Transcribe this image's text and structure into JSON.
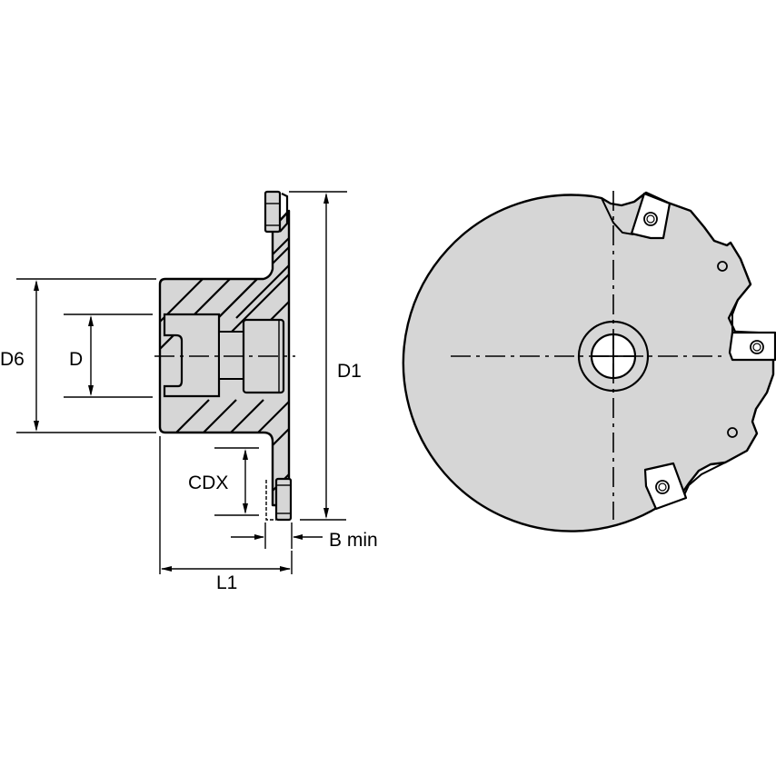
{
  "drawing": {
    "title": "Face mill cutter dimension drawing",
    "colors": {
      "body_fill": "#d6d6d6",
      "insert_fill": "#ffffff",
      "line": "#000000",
      "background": "#ffffff"
    },
    "side_view": {
      "name": "Sectional side view",
      "dimensions": {
        "d6": "D6",
        "d": "D",
        "d1": "D1",
        "cdx": "CDX",
        "b_min": "B min",
        "l1": "L1"
      }
    },
    "front_view": {
      "name": "Front face view",
      "insert_count": 3,
      "features": [
        "center-bore",
        "hub-ring",
        "coolant-holes",
        "inserts",
        "center-cross"
      ]
    }
  }
}
